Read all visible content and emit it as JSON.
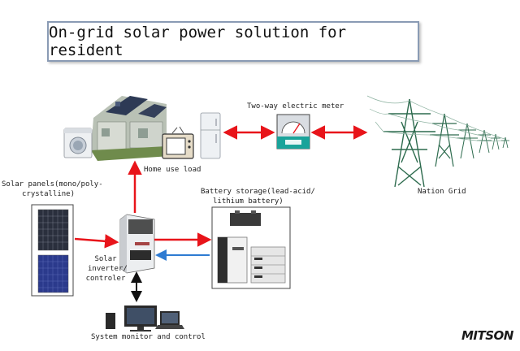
{
  "title": "On-grid solar power solution for resident",
  "labels": {
    "home_use_load": "Home use load",
    "two_way_meter": "Two-way electric meter",
    "solar_panels_line1": "Solar panels(mono/poly-",
    "solar_panels_line2": "crystalline)",
    "battery_line1": "Battery storage(lead-acid/",
    "battery_line2": "lithium battery)",
    "inverter_line1": "Solar",
    "inverter_line2": "inverter/",
    "inverter_line3": "controler",
    "nation_grid": "Nation Grid",
    "system_monitor": "System monitor and control"
  },
  "logo": "MITSON",
  "colors": {
    "power_flow": "#e8141a",
    "charge_flow": "#2e7bd2",
    "data_link": "#111111",
    "title_border": "#8a9bb4"
  },
  "icons": [
    "house-icon",
    "washing-machine-icon",
    "tv-icon",
    "refrigerator-icon",
    "meter-icon",
    "transmission-tower-icon",
    "solar-panel-icon",
    "inverter-icon",
    "battery-icon",
    "computer-icon",
    "laptop-icon"
  ]
}
